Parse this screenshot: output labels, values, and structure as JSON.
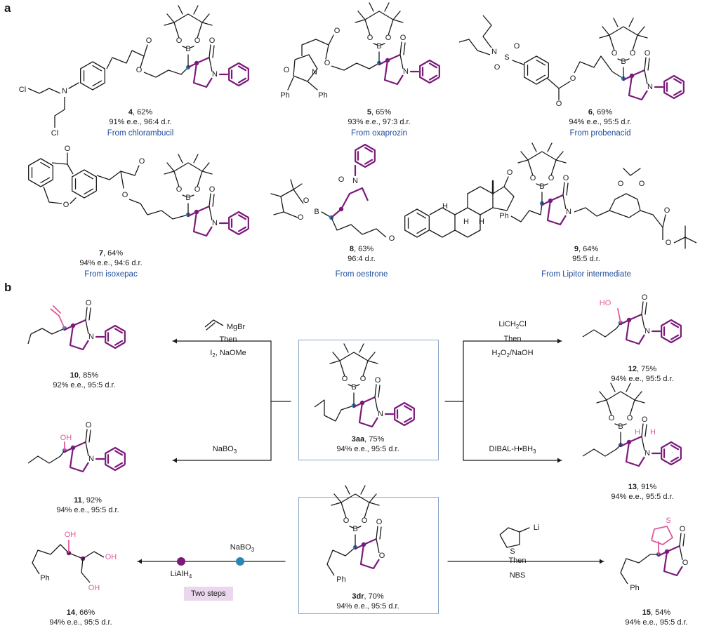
{
  "panels": {
    "a": "a",
    "b": "b"
  },
  "compounds": [
    {
      "id": "4",
      "yield": ", 62%",
      "selectivity": "91% e.e., 96:4 d.r.",
      "source": "From chlorambucil"
    },
    {
      "id": "5",
      "yield": ", 65%",
      "selectivity": "93% e.e., 97:3 d.r.",
      "source": "From oxaprozin"
    },
    {
      "id": "6",
      "yield": ", 69%",
      "selectivity": "94% e.e., 95:5 d.r.",
      "source": "From probenacid"
    },
    {
      "id": "7",
      "yield": ", 64%",
      "selectivity": "94% e.e., 94:6 d.r.",
      "source": "From isoxepac"
    },
    {
      "id": "8",
      "yield": ", 63%",
      "selectivity": "96:4 d.r.",
      "source": "From oestrone"
    },
    {
      "id": "9",
      "yield": ", 64%",
      "selectivity": "95:5 d.r.",
      "source": "From Lipitor intermediate"
    },
    {
      "id": "10",
      "yield": ", 85%",
      "selectivity": "92% e.e., 95:5 d.r."
    },
    {
      "id": "11",
      "yield": ", 92%",
      "selectivity": "94% e.e., 95:5 d.r."
    },
    {
      "id": "12",
      "yield": ", 75%",
      "selectivity": "94% e.e., 95:5 d.r."
    },
    {
      "id": "13",
      "yield": ", 91%",
      "selectivity": "94% e.e., 95:5 d.r."
    },
    {
      "id": "3aa",
      "yield": ", 75%",
      "selectivity": "94% e.e., 95:5 d.r."
    },
    {
      "id": "3dr",
      "yield": ", 70%",
      "selectivity": "94% e.e., 95:5 d.r."
    },
    {
      "id": "14",
      "yield": ", 66%",
      "selectivity": "94% e.e., 95:5 d.r."
    },
    {
      "id": "15",
      "yield": ", 54%",
      "selectivity": "94% e.e., 95:5 d.r."
    }
  ],
  "reagents": {
    "r10_then": "Then",
    "r10_l3": "I",
    "r10_l3b": ", NaOMe",
    "r10_mgbr": "MgBr",
    "r11": "NaBO",
    "r12_l1": "LiCH",
    "r12_l1b": "Cl",
    "r12_then": "Then",
    "r12_l3": "H",
    "r12_l3b": "O",
    "r12_l3c": "/NaOH",
    "r13": "DIBAL-H•BH",
    "r14_a": "LiAlH",
    "r14_b": "NaBO",
    "r14_note": "Two steps",
    "r15_li": "Li",
    "r15_then": "Then",
    "r15_nbs": "NBS"
  },
  "atoms": {
    "B": "B",
    "O": "O",
    "N": "N",
    "S": "S",
    "Cl": "Cl",
    "Ph": "Ph",
    "H": "H",
    "HO": "HO",
    "OH": "OH"
  },
  "colors": {
    "purple": "#7b1a7a",
    "blue": "#2a86b5",
    "pink": "#e05a9c",
    "frame": "#8aa5c8",
    "source_text": "#1f4e9c",
    "highlight": "#ead7ee"
  }
}
